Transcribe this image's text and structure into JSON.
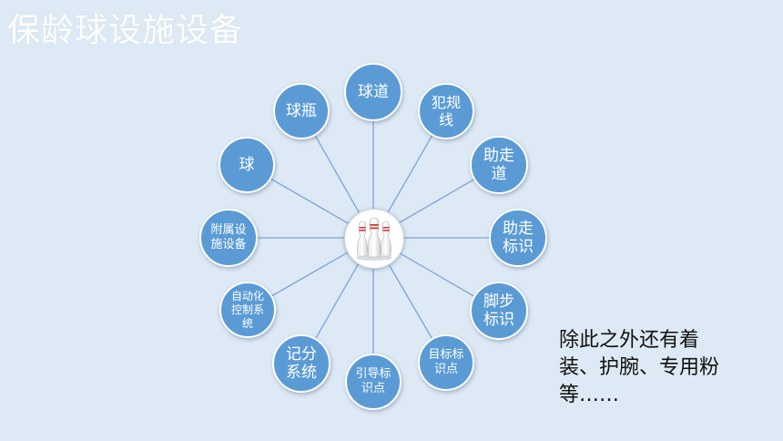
{
  "title": "保龄球设施设备",
  "hub": {
    "icon": "bowling-pins-icon"
  },
  "nodes": [
    {
      "id": "lane",
      "label": "球道"
    },
    {
      "id": "foul-line",
      "label": "犯规\n线"
    },
    {
      "id": "approach",
      "label": "助走\n道"
    },
    {
      "id": "approach-marks",
      "label": "助走\n标识"
    },
    {
      "id": "foot-marks",
      "label": "脚步\n标识"
    },
    {
      "id": "target-spots",
      "label": "目标标\n识点"
    },
    {
      "id": "guide-spots",
      "label": "引导标\n识点"
    },
    {
      "id": "scoring-system",
      "label": "记分\n系统"
    },
    {
      "id": "automation-system",
      "label": "自动化\n控制系\n统"
    },
    {
      "id": "auxiliary-equipment",
      "label": "附属设\n施设备"
    },
    {
      "id": "ball",
      "label": "球"
    },
    {
      "id": "pins",
      "label": "球瓶"
    }
  ],
  "note": "除此之外还有着装、护腕、专用粉等……",
  "colors": {
    "node": "#5b9bd5",
    "line": "#7aa6d6",
    "background": "#dde9f5"
  }
}
